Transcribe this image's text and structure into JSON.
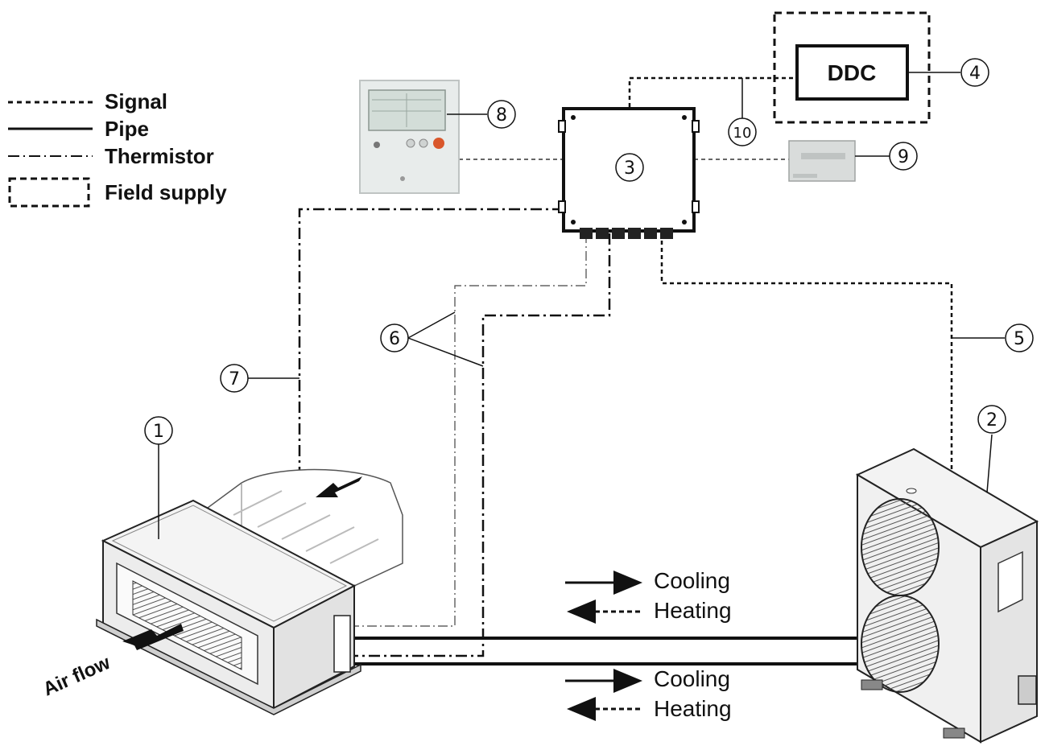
{
  "legend": {
    "signal": "Signal",
    "pipe": "Pipe",
    "thermistor": "Thermistor",
    "field_supply": "Field supply"
  },
  "ddc_label": "DDC",
  "callouts": [
    "1",
    "2",
    "3",
    "4",
    "5",
    "6",
    "7",
    "8",
    "9",
    "10"
  ],
  "flow_top": {
    "cooling": "Cooling",
    "heating": "Heating"
  },
  "flow_bottom": {
    "cooling": "Cooling",
    "heating": "Heating"
  },
  "air_flow": "Air flow"
}
